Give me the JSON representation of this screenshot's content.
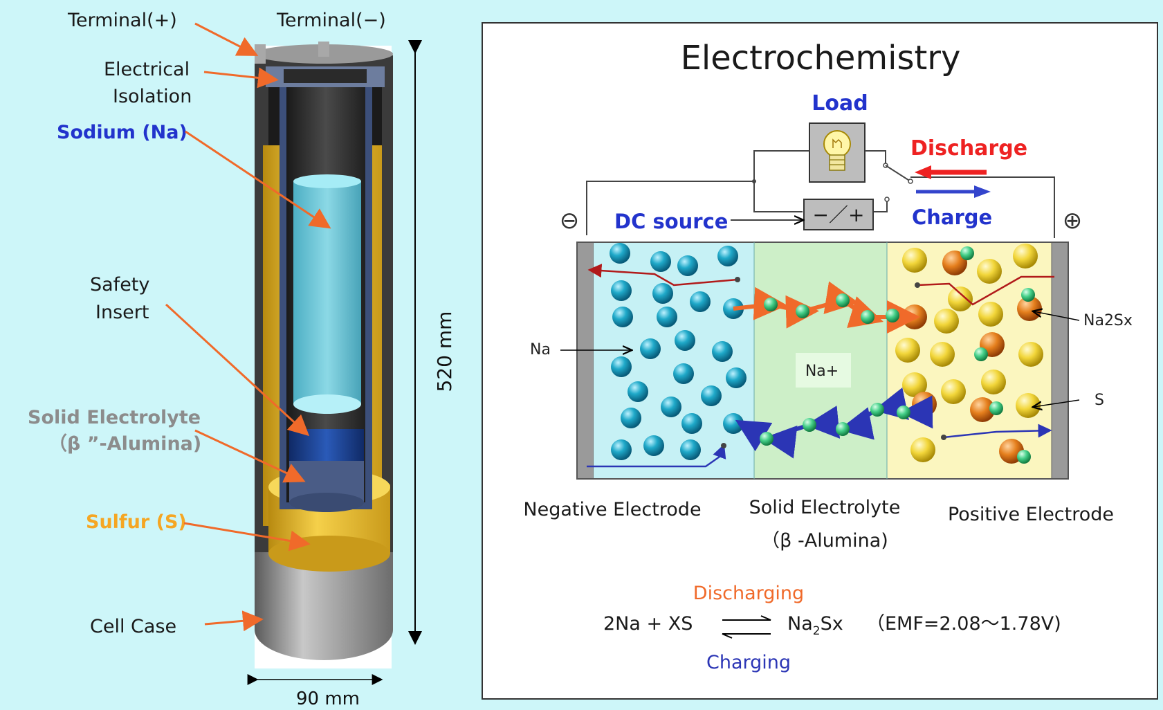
{
  "cell_diagram": {
    "labels": {
      "terminal_pos": "Terminal(+)",
      "terminal_neg": "Terminal(−)",
      "isolation_1": "Electrical",
      "isolation_2": "Isolation",
      "sodium": "Sodium (Na)",
      "safety_1": "Safety",
      "safety_2": "Insert",
      "electrolyte_1": "Solid Electrolyte",
      "electrolyte_2": "（β ”-Alumina)",
      "sulfur": "Sulfur (S)",
      "case": "Cell Case"
    },
    "dimensions": {
      "height": "520 mm",
      "width": "90 mm"
    }
  },
  "electrochemistry": {
    "title": "Electrochemistry",
    "load_label": "Load",
    "discharge_label": "Discharge",
    "charge_label": "Charge",
    "dc_source_label": "DC source",
    "dc_source_symbol": "−／+",
    "minus_symbol": "⊖",
    "plus_symbol": "⊕",
    "regions": {
      "na_label": "Na",
      "na_plus_label": "Na+",
      "na2sx_label": "Na2Sx",
      "s_label": "S"
    },
    "captions": {
      "negative": "Negative Electrode",
      "solid_1": "Solid Electrolyte",
      "solid_2": "（β -Alumina)",
      "positive": "Positive Electrode"
    },
    "reaction": {
      "discharging": "Discharging",
      "charging": "Charging",
      "left": "2Na +  XS",
      "product_base": "Na",
      "product_sub": "2",
      "product_rest": "Sx",
      "emf": "（EMF=2.08～1.78V)"
    }
  },
  "colors": {
    "background": "#cdf6f9",
    "sodium_blue": "#2233cc",
    "discharge_red": "#ee2222",
    "sulfur_orange": "#f5a623",
    "electrolyte_grey": "#8c8c8c",
    "arrow_orange": "#f06a2a",
    "charge_blue": "#2b35b5"
  }
}
